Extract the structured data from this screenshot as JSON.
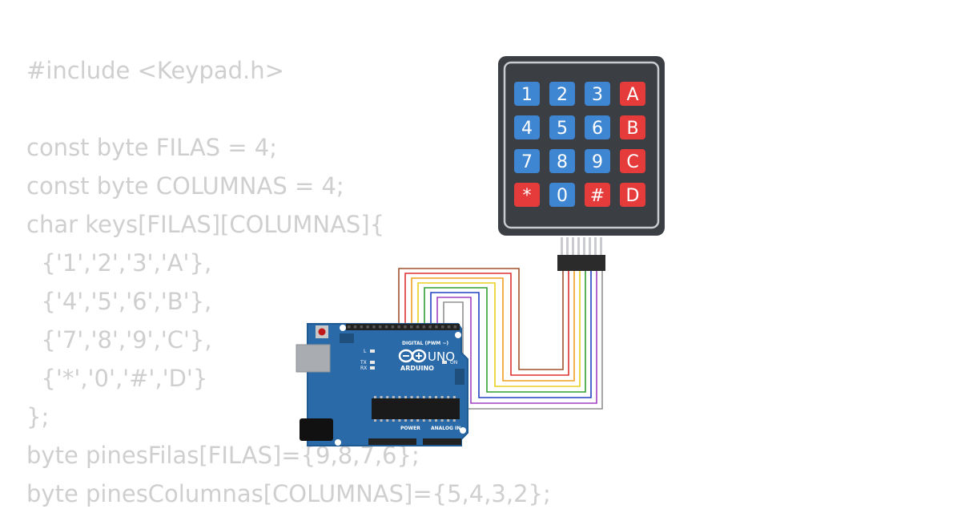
{
  "code_lines": [
    "#include <Keypad.h>",
    "",
    "const byte FILAS = 4;",
    "const byte COLUMNAS = 4;",
    "char keys[FILAS][COLUMNAS]{",
    "  {'1','2','3','A'},",
    "  {'4','5','6','B'},",
    "  {'7','8','9','C'},",
    "  {'*','0','#','D'}",
    "};",
    "byte pinesFilas[FILAS]={9,8,7,6};",
    "byte pinesColumnas[COLUMNAS]={5,4,3,2};"
  ],
  "keypad": {
    "rows": [
      [
        {
          "label": "1",
          "color": "blue"
        },
        {
          "label": "2",
          "color": "blue"
        },
        {
          "label": "3",
          "color": "blue"
        },
        {
          "label": "A",
          "color": "red"
        }
      ],
      [
        {
          "label": "4",
          "color": "blue"
        },
        {
          "label": "5",
          "color": "blue"
        },
        {
          "label": "6",
          "color": "blue"
        },
        {
          "label": "B",
          "color": "red"
        }
      ],
      [
        {
          "label": "7",
          "color": "blue"
        },
        {
          "label": "8",
          "color": "blue"
        },
        {
          "label": "9",
          "color": "blue"
        },
        {
          "label": "C",
          "color": "red"
        }
      ],
      [
        {
          "label": "*",
          "color": "red"
        },
        {
          "label": "0",
          "color": "blue"
        },
        {
          "label": "#",
          "color": "red"
        },
        {
          "label": "D",
          "color": "red"
        }
      ]
    ],
    "colors": {
      "body": "#3b3e43",
      "border": "#c9cbcf",
      "blue": "#3f86d2",
      "red": "#e53b3b"
    }
  },
  "board": {
    "model_label": "UNO",
    "brand_label": "ARDUINO",
    "digital_label": "DIGITAL (PWM ~)",
    "power_label": "POWER",
    "analog_label": "ANALOG IN",
    "on_label": "ON",
    "tx_label": "TX",
    "rx_label": "RX",
    "l_label": "L",
    "color": "#2a6aa8"
  },
  "wires": {
    "colors": [
      "#a0522d",
      "#e03030",
      "#f0a020",
      "#e8d020",
      "#30a030",
      "#2040c0",
      "#a040c0",
      "#909090"
    ]
  }
}
